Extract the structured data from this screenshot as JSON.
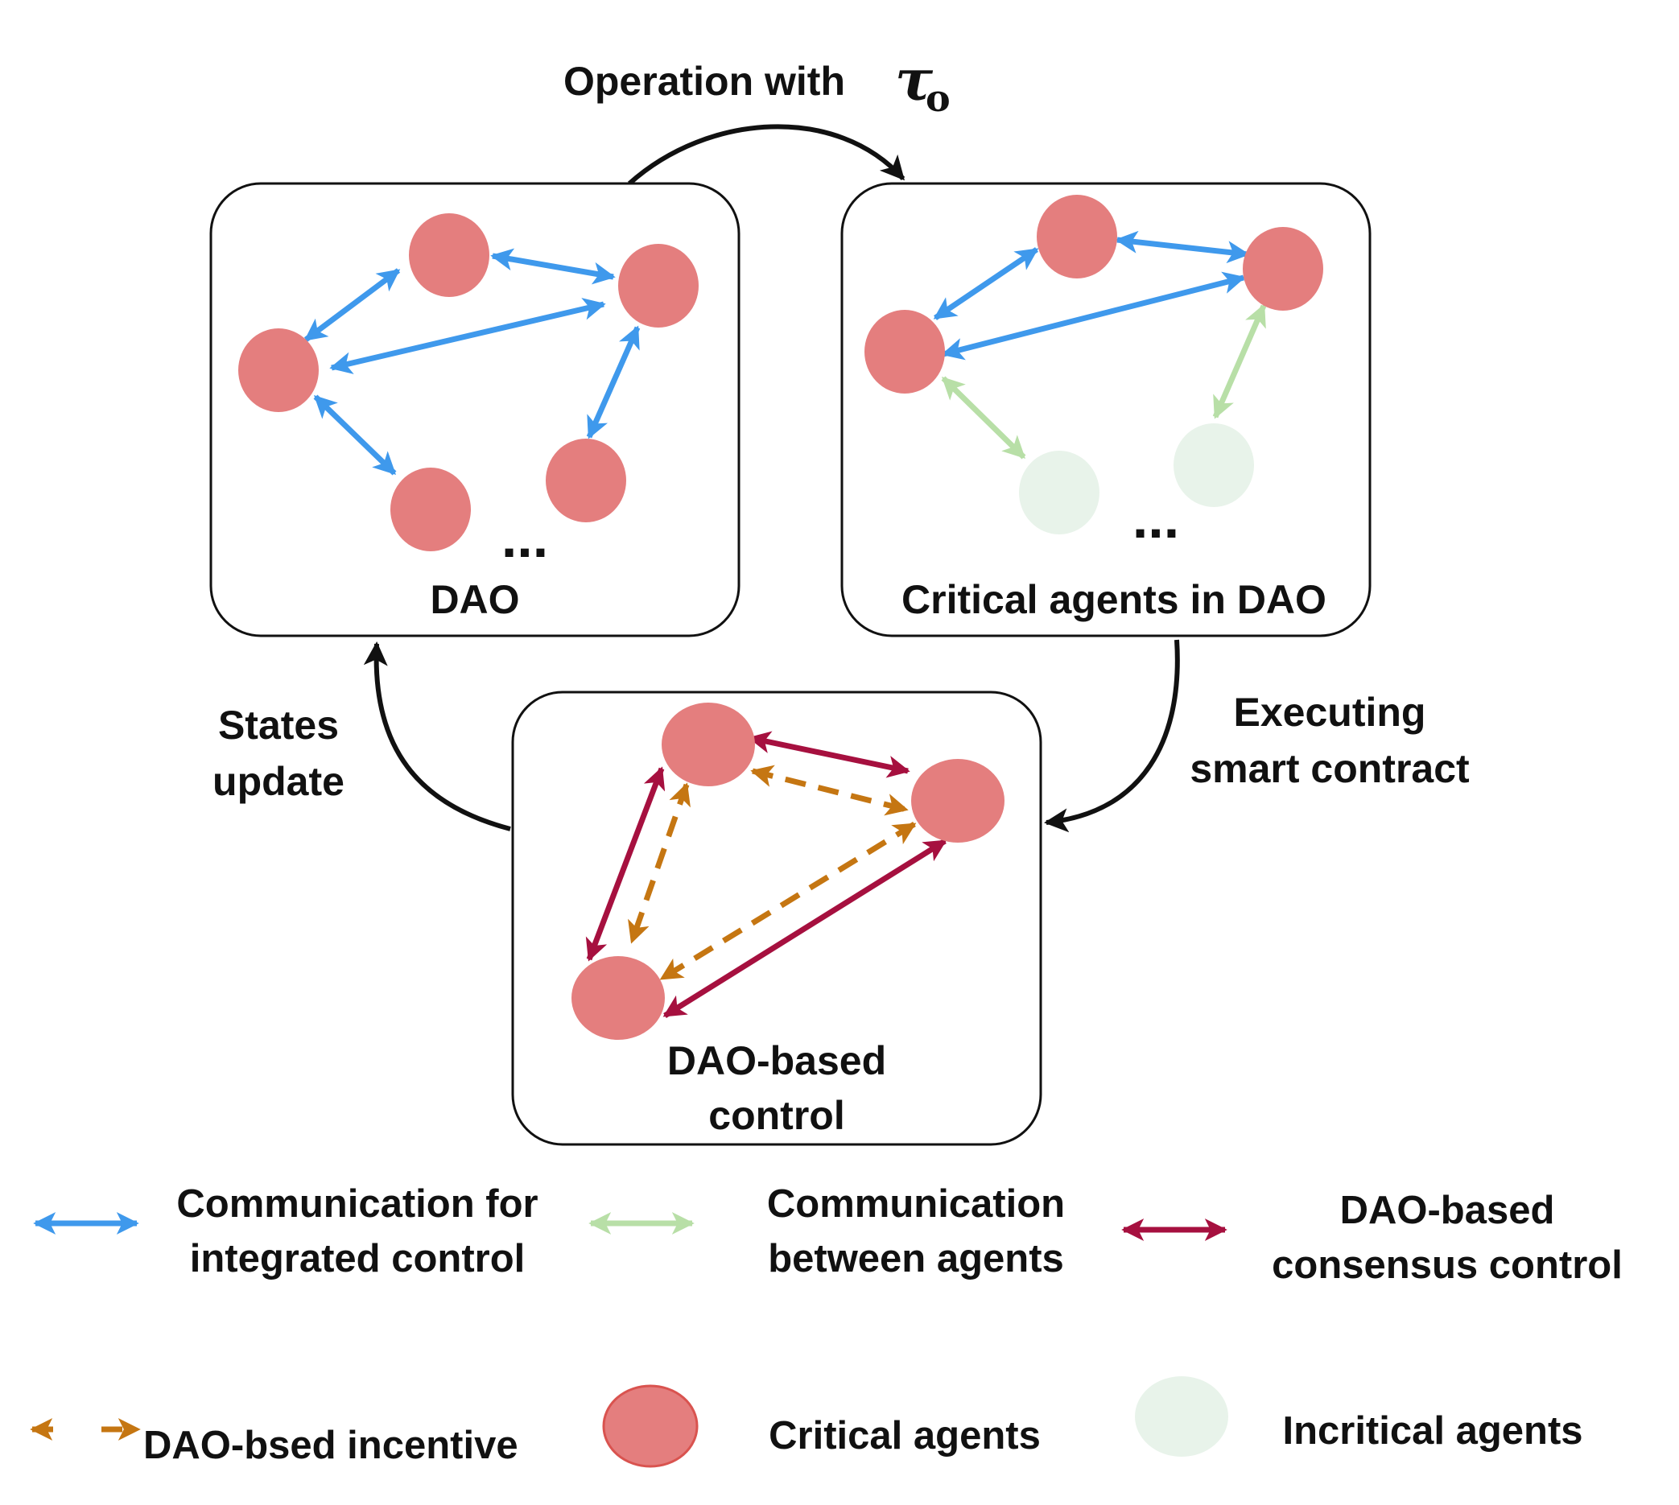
{
  "colors": {
    "critical_agent": "#e47e7e",
    "incritical_agent": "#e8f3ea",
    "integrated_comm": "#3f99ec",
    "agent_comm": "#b8dfa7",
    "consensus": "#a6103f",
    "incentive": "#c57612",
    "flow": "#111111"
  },
  "top_label": {
    "prefix": "Operation with",
    "symbol": "τ",
    "subscript": "o"
  },
  "panels": {
    "dao": {
      "label": "DAO",
      "ellipsis": "..."
    },
    "critical": {
      "label": "Critical agents in DAO",
      "ellipsis": "..."
    },
    "control": {
      "label_line1": "DAO-based",
      "label_line2": "control"
    }
  },
  "side_labels": {
    "left_line1": "States",
    "left_line2": "update",
    "right_line1": "Executing",
    "right_line2": "smart contract"
  },
  "legend": {
    "integrated_line1": "Communication for",
    "integrated_line2": "integrated control",
    "agents_line1": "Communication",
    "agents_line2": "between agents",
    "consensus_line1": "DAO-based",
    "consensus_line2": "consensus control",
    "incentive": "DAO-bsed incentive",
    "critical": "Critical agents",
    "incritical": "Incritical agents"
  }
}
